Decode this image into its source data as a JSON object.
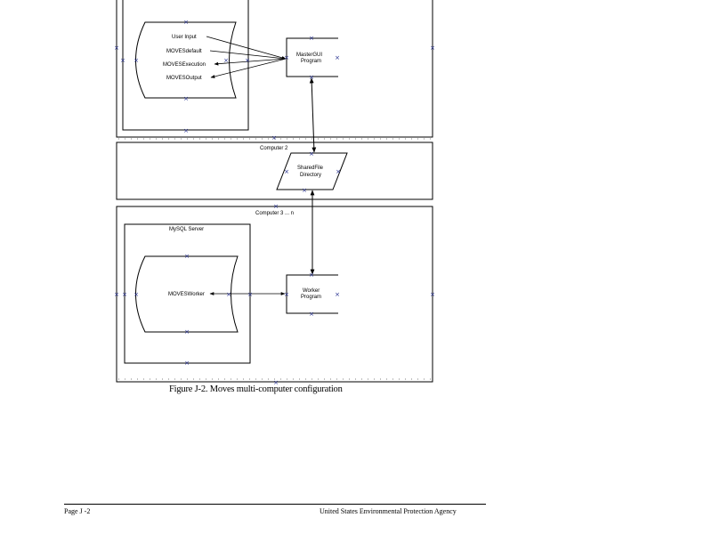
{
  "diagram": {
    "computer1": {
      "databases": [
        "User Input",
        "MOVESdefault",
        "MOVESExecution",
        "MOVESOutput"
      ],
      "program": [
        "MasterGUI",
        "Program"
      ]
    },
    "computer2": {
      "title": "Computer 2",
      "shared": [
        "SharedFile",
        "Directory"
      ]
    },
    "computer3": {
      "title": "Computer 3 ... n",
      "server_title": "MySQL Server",
      "database": "MOVESWorker",
      "program": [
        "Worker",
        "Program"
      ]
    }
  },
  "caption": {
    "label": "Figure J-2.",
    "text": "Moves multi-computer configuration"
  },
  "footer": {
    "page": "Page J -2",
    "agency": "United States Environmental Protection Agency"
  },
  "colors": {
    "marker": "#1f2a8c",
    "line": "#000000"
  },
  "marker_glyph": "×"
}
